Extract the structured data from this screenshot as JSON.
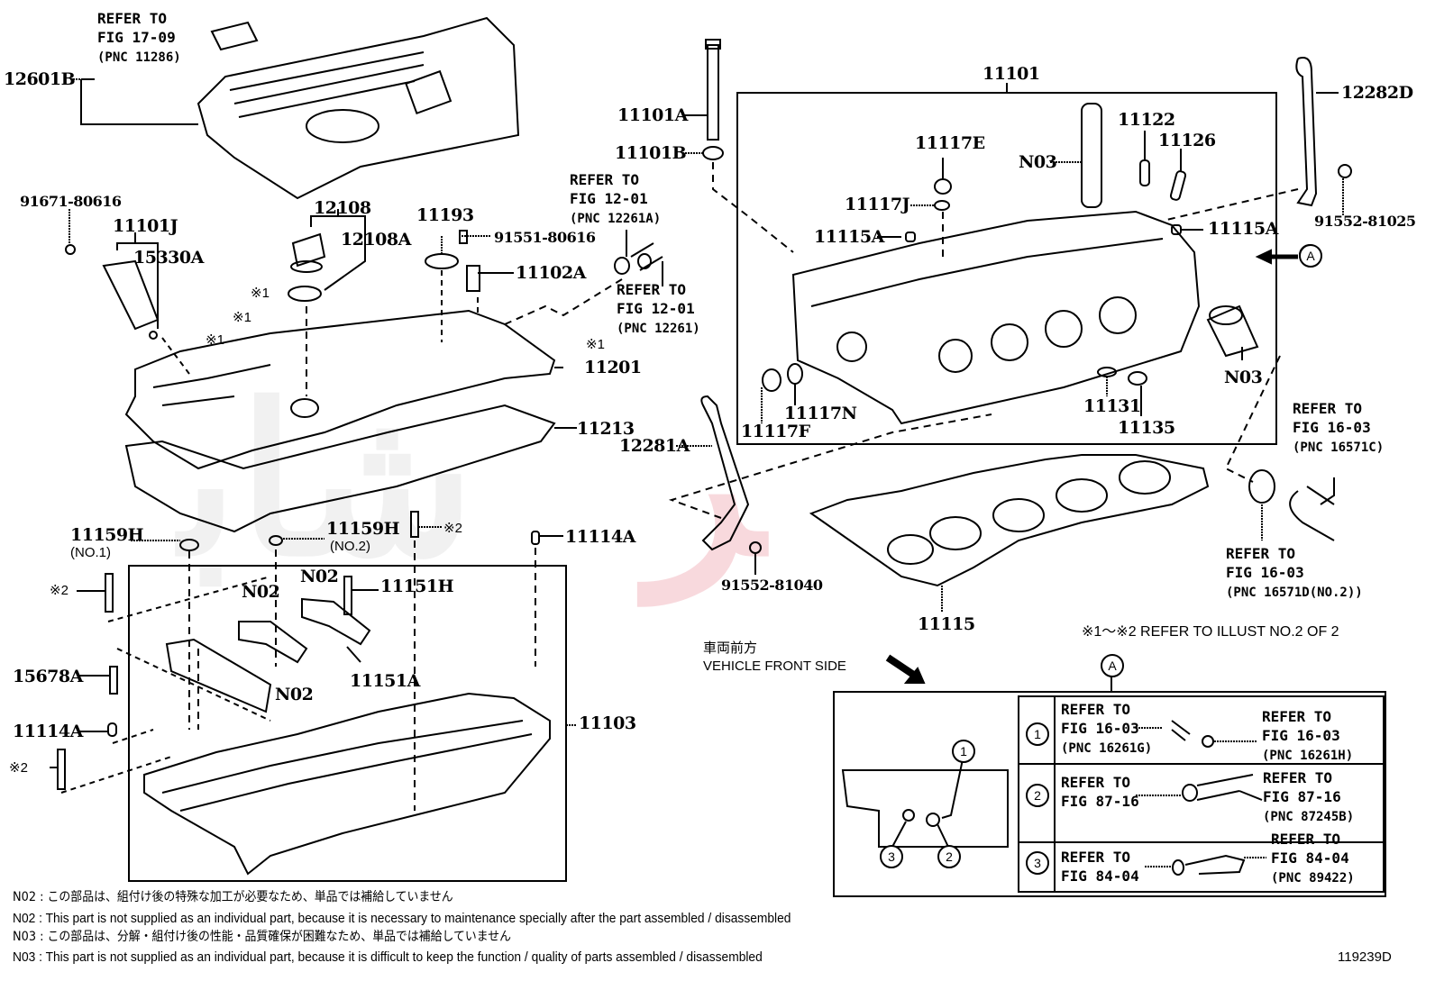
{
  "diagram": {
    "figure_id": "119239D",
    "colors": {
      "line": "#000000",
      "watermark_gray": "#b5b5b5",
      "watermark_red": "#d9324a"
    },
    "parts": {
      "p12601B": "12601B",
      "p91671": "91671-80616",
      "p11101J": "11101J",
      "p15330A": "15330A",
      "p12108": "12108",
      "p12108A": "12108A",
      "p11193": "11193",
      "p91551": "91551-80616",
      "p11102A": "11102A",
      "p11201": "11201",
      "p11213": "11213",
      "p12281A": "12281A",
      "p91552_81040": "91552-81040",
      "p11101A": "11101A",
      "p11101B": "11101B",
      "p11101": "11101",
      "p11117E": "11117E",
      "p11117J": "11117J",
      "p11115A_left": "11115A",
      "p11115A_right": "11115A",
      "pN03_pipe": "N03",
      "pN03_sleeve": "N03",
      "p11122": "11122",
      "p11126": "11126",
      "p12282D": "12282D",
      "p91552_81025": "91552-81025",
      "p11117N": "11117N",
      "p11117F": "11117F",
      "p11131": "11131",
      "p11135": "11135",
      "p11115": "11115",
      "p11159H_1": "11159H",
      "p11159H_1_sub": "(NO.1)",
      "p11159H_2": "11159H",
      "p11159H_2_sub": "(NO.2)",
      "p11114A_top": "11114A",
      "p11114A_left": "11114A",
      "pN02_a": "N02",
      "pN02_b": "N02",
      "pN02_c": "N02",
      "p11151H": "11151H",
      "p11151A": "11151A",
      "p15678A": "15678A",
      "p11103": "11103",
      "mark1": "※1",
      "mark2": "※2"
    },
    "references": {
      "r1709": {
        "l1": "REFER TO",
        "l2": "FIG 17-09",
        "l3": "(PNC 11286)"
      },
      "r1201a": {
        "l1": "REFER TO",
        "l2": "FIG 12-01",
        "l3": "(PNC 12261A)"
      },
      "r1201b": {
        "l1": "REFER TO",
        "l2": "FIG 12-01",
        "l3": "(PNC 12261)"
      },
      "r1603c": {
        "l1": "REFER TO",
        "l2": "FIG 16-03",
        "l3": "(PNC 16571C)"
      },
      "r1603d": {
        "l1": "REFER TO",
        "l2": "FIG 16-03",
        "l3": "(PNC 16571D(NO.2))"
      }
    },
    "illust_note": "※1～※2  REFER TO ILLUST NO.2 OF 2",
    "vehicle_front_jp": "車両前方",
    "vehicle_front_en": "VEHICLE FRONT SIDE",
    "view_marker": "A",
    "detail_box": {
      "callouts": [
        "1",
        "2",
        "3"
      ],
      "rows": [
        {
          "num": "1",
          "left": {
            "l1": "REFER TO",
            "l2": "FIG 16-03",
            "l3": "(PNC 16261G)"
          },
          "right": {
            "l1": "REFER TO",
            "l2": "FIG 16-03",
            "l3": "(PNC 16261H)"
          }
        },
        {
          "num": "2",
          "left": {
            "l1": "REFER TO",
            "l2": "FIG 87-16",
            "l3": ""
          },
          "right": {
            "l1": "REFER TO",
            "l2": "FIG 87-16",
            "l3": "(PNC 87245B)"
          }
        },
        {
          "num": "3",
          "left": {
            "l1": "REFER TO",
            "l2": "FIG 84-04",
            "l3": ""
          },
          "right": {
            "l1": "REFER TO",
            "l2": "FIG 84-04",
            "l3": "(PNC 89422)"
          }
        }
      ]
    },
    "notes": [
      "N02 : この部品は、組付け後の特殊な加工が必要なため、単品では補給していません",
      "N02 : This part is not supplied as an individual part, because it is necessary to maintenance specially after the part assembled / disassembled",
      "N03 : この部品は、分解・組付け後の性能・品質確保が困難なため、単品では補給していません",
      "N03 : This part is not supplied as an individual part, because it is difficult to keep the function / quality of parts  assembled / disassembled"
    ]
  }
}
